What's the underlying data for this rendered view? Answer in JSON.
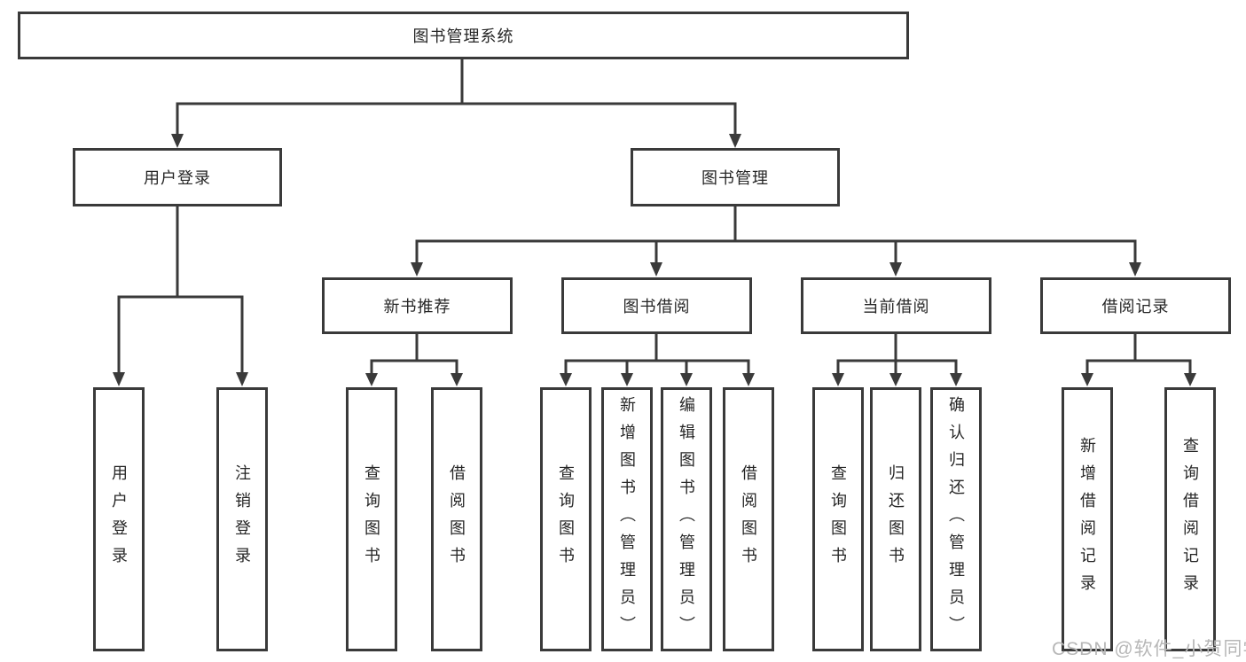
{
  "diagram": {
    "root": {
      "label": "图书管理系统"
    },
    "level2": [
      {
        "label": "用户登录"
      },
      {
        "label": "图书管理"
      }
    ],
    "level3": [
      {
        "label": "新书推荐"
      },
      {
        "label": "图书借阅"
      },
      {
        "label": "当前借阅"
      },
      {
        "label": "借阅记录"
      }
    ],
    "leaves": [
      {
        "label": "用户登录"
      },
      {
        "label": "注销登录"
      },
      {
        "label": "查询图书"
      },
      {
        "label": "借阅图书"
      },
      {
        "label": "查询图书"
      },
      {
        "label": "新增图书（管理员）"
      },
      {
        "label": "编辑图书（管理员）"
      },
      {
        "label": "借阅图书"
      },
      {
        "label": "查询图书"
      },
      {
        "label": "归还图书"
      },
      {
        "label": "确认归还（管理员）"
      },
      {
        "label": "新增借阅记录"
      },
      {
        "label": "查询借阅记录"
      }
    ]
  },
  "watermark": {
    "text": "CSDN @软件_小贺同学"
  },
  "colors": {
    "line": "#3a3a3a",
    "text": "#262626",
    "watermark": "#b7b7b7",
    "background": "#ffffff"
  }
}
